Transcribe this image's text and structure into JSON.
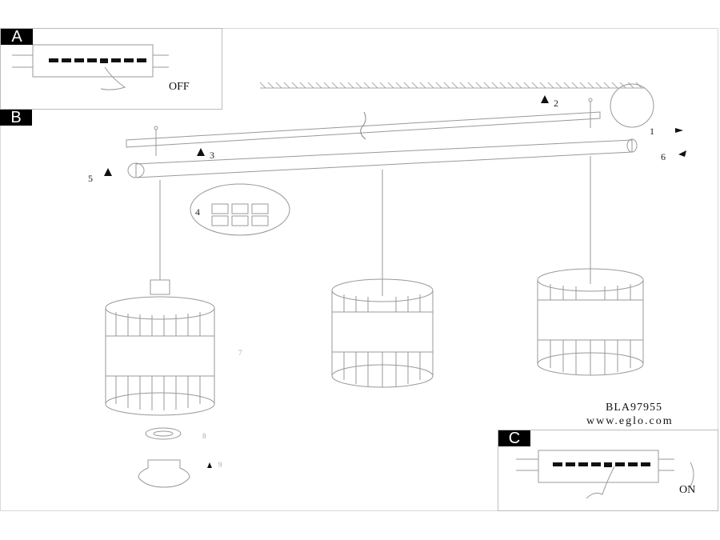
{
  "panels": {
    "a": {
      "label": "A",
      "state_text": "OFF"
    },
    "b": {
      "label": "B"
    },
    "c": {
      "label": "C",
      "state_text": "ON"
    }
  },
  "steps": [
    "1",
    "2",
    "3",
    "4",
    "5",
    "6",
    "7",
    "8",
    "9"
  ],
  "product": {
    "code": "BLA97955",
    "website": "www.eglo.com"
  },
  "colors": {
    "line": "#999999",
    "ink": "#111111",
    "tag": "#000000"
  }
}
